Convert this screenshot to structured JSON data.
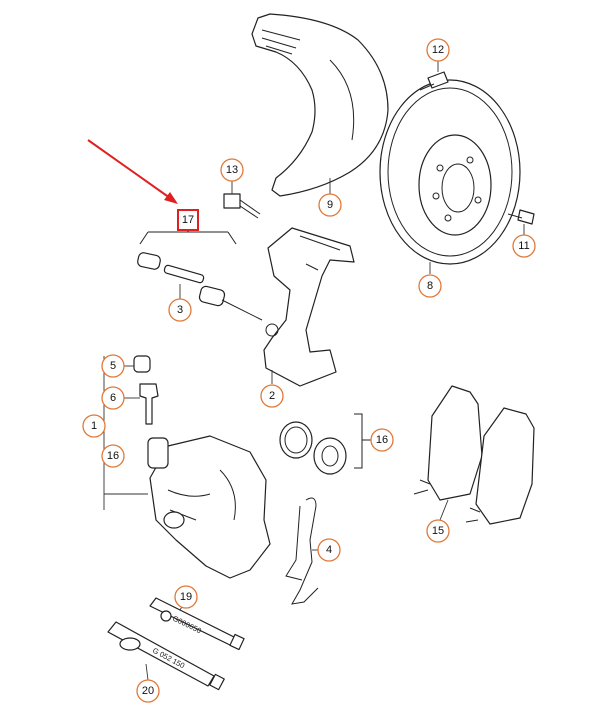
{
  "callouts": {
    "c1": "1",
    "c2": "2",
    "c3": "3",
    "c4": "4",
    "c5": "5",
    "c6": "6",
    "c8": "8",
    "c9": "9",
    "c11": "11",
    "c12": "12",
    "c13": "13",
    "c15": "15",
    "c16a": "16",
    "c16b": "16",
    "c17": "17",
    "c19": "19",
    "c20": "20"
  },
  "tubes": {
    "upper": "G000650",
    "lower": "G 052 150"
  },
  "colors": {
    "callout_border": "#e07838",
    "highlight": "#e02020",
    "arrow": "#e02020",
    "line": "#222222"
  }
}
